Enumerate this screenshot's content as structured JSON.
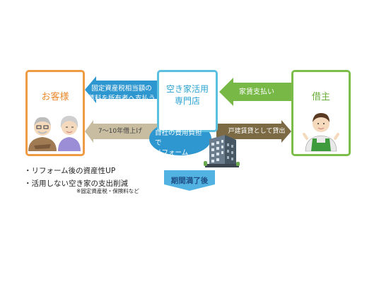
{
  "parties": {
    "customer": "お客様",
    "store": "空き家活用\n専門店",
    "tenant": "借主"
  },
  "arrows": {
    "payout": "固定資産税相当額の\n賃料を所有者へ支払う",
    "rent_payment": "家賃支払い",
    "lease": "7～10年借上げ",
    "sublease": "戸建賃貸として貸出",
    "reform": "自社の費用負担で\nリフォーム",
    "after_term": "期間満了後"
  },
  "benefits": {
    "items": [
      "・リフォーム後の資産性UP",
      "・活用しない空き家の支出削減"
    ],
    "note": "※固定資産税・保険料など"
  },
  "colors": {
    "customer": "#ef9a44",
    "store": "#5bbfe0",
    "tenant": "#7cbd4a",
    "blue_arrow": "#2f97cf",
    "tan_arrow": "#c8bda0",
    "dark_arrow": "#7b6a44",
    "green_arrow": "#77b847",
    "after_arrow": "#52b3e2"
  }
}
